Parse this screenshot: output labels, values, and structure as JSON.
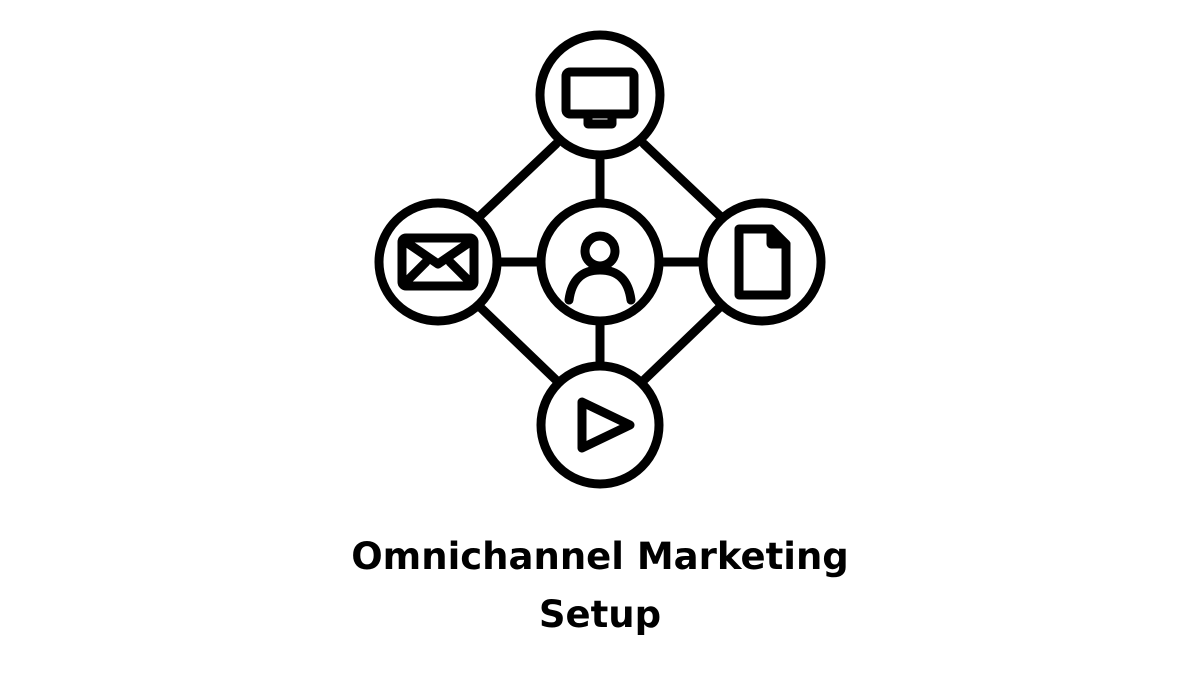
{
  "caption": {
    "line1": "Omnichannel Marketing",
    "line2": "Setup"
  },
  "diagram": {
    "center_node": {
      "icon": "user-icon"
    },
    "outer_nodes": [
      {
        "position": "top",
        "icon": "monitor-icon"
      },
      {
        "position": "left",
        "icon": "envelope-icon"
      },
      {
        "position": "right",
        "icon": "document-icon"
      },
      {
        "position": "bottom",
        "icon": "play-icon"
      }
    ],
    "colors": {
      "stroke": "#000000",
      "background": "#ffffff"
    }
  }
}
